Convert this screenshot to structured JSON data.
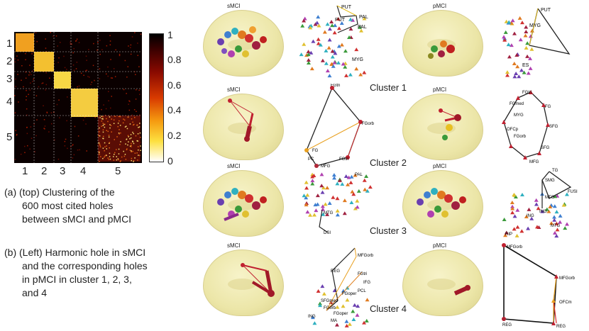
{
  "matrix": {
    "row_labels": [
      "1",
      "2",
      "3",
      "4",
      "5"
    ],
    "col_labels": [
      "1",
      "2",
      "3",
      "4",
      "5"
    ],
    "colorbar_ticks": [
      "1",
      "0.8",
      "0.6",
      "0.4",
      "0.2",
      "0"
    ]
  },
  "captions": {
    "a_line1": "(a) (top) Clustering of the",
    "a_line2": "600 most cited holes",
    "a_line3": "between sMCI and pMCI",
    "b_line1": "(b) (Left) Harmonic hole in sMCI",
    "b_line2": "and the corresponding holes",
    "b_line3": "in pMCI in cluster 1, 2, 3,",
    "b_line4": "and 4"
  },
  "panel_titles": {
    "smci": "sMCI",
    "pmci": "pMCI"
  },
  "clusters": [
    "Cluster 1",
    "Cluster 2",
    "Cluster 3",
    "Cluster 4"
  ],
  "node_labels": {
    "c1_left": [
      "PUT",
      "PUT",
      "PAL",
      "PAL",
      "MYG"
    ],
    "c1_right": [
      "PUT",
      "MYG",
      "ES"
    ],
    "c2_left": [
      "FGtri",
      "FGorb",
      "FGtri",
      "PC",
      "MFG",
      "FG"
    ],
    "c2_right": [
      "FGtri",
      "FGmed",
      "MYG",
      "FG",
      "SFG",
      "OFCp",
      "FGorb",
      "SFG",
      "MFG"
    ],
    "c3_left": [
      "PAL",
      "MTG",
      "DSI"
    ],
    "c3_right": [
      "TG",
      "SMG",
      "FUSI",
      "MTG",
      "ING",
      "ING",
      "MTG",
      "RIP"
    ],
    "c4_left": [
      "REG",
      "MFGorb",
      "FGtri",
      "IFG",
      "PCL",
      "FGoper",
      "SFGmed",
      "FGorb",
      "FGoper",
      "ING",
      "MA"
    ],
    "c4_right": [
      "MFGorb",
      "MFGorb",
      "OFCm",
      "REG",
      "REG"
    ]
  }
}
